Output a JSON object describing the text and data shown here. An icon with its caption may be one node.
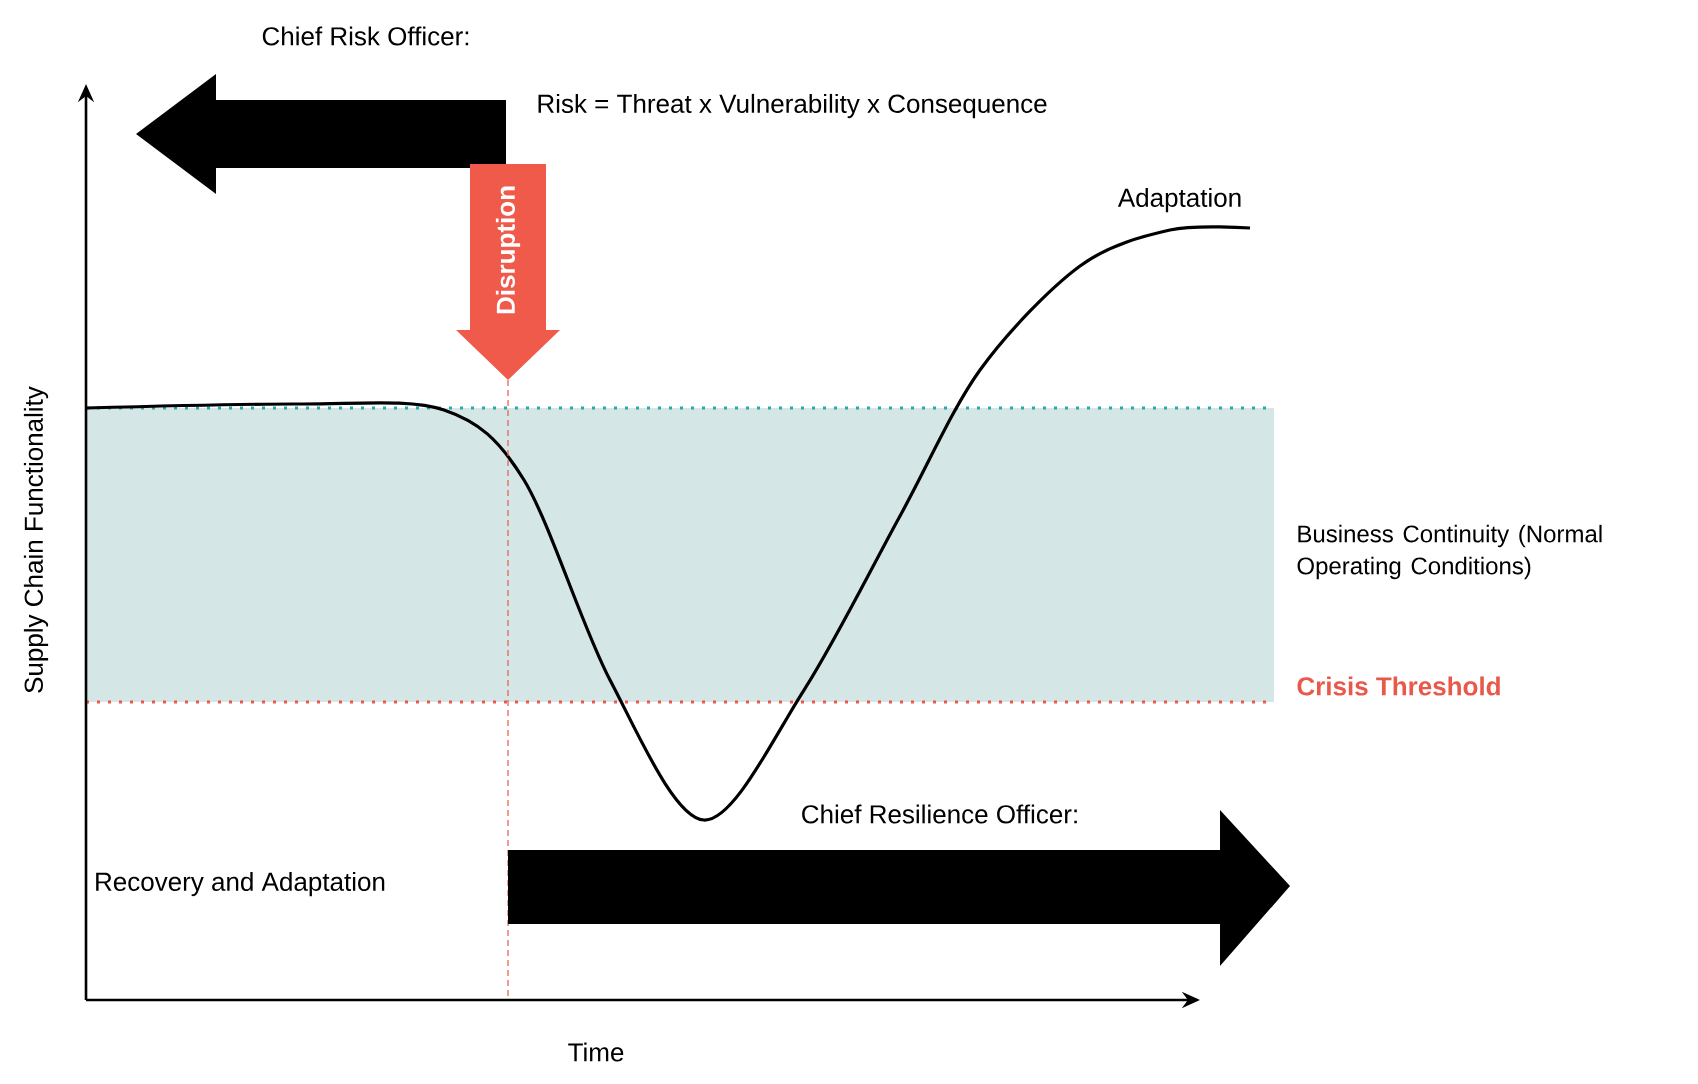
{
  "diagram": {
    "nodes": [
      {
        "text": [
          "Disruption"
        ]
      }
    ],
    "labels": [
      "Chief Risk Officer:",
      "Risk = Threat x Vulnerability x Consequence",
      "Adaptation",
      "Supply Chain Functionality",
      "Business Continuity (Normal Operating Conditions)",
      "Crisis Threshold",
      "Chief Resilience Officer:",
      "Recovery and Adaptation",
      "Time"
    ]
  }
}
